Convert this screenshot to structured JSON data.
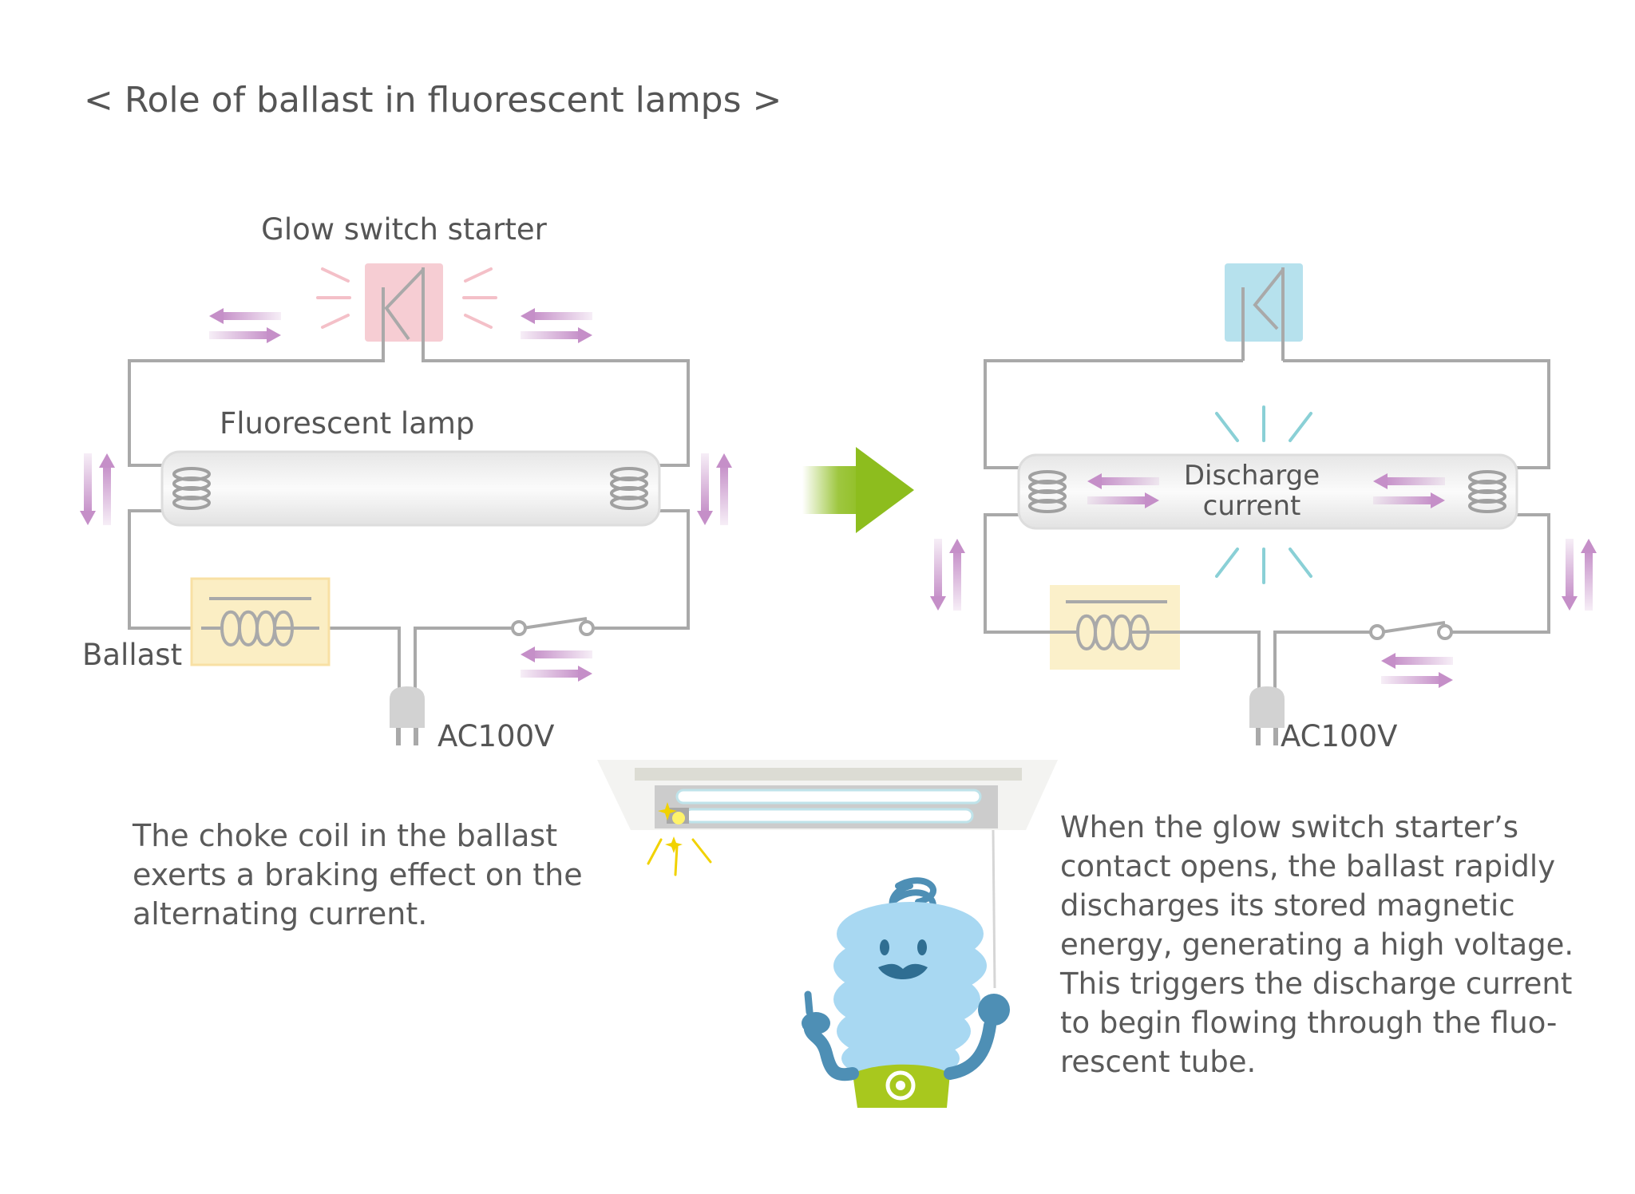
{
  "title": "< Role of ballast in fluorescent lamps >",
  "labels": {
    "glow_switch_starter": "Glow switch starter",
    "fluorescent_lamp": "Fluorescent lamp",
    "ballast": "Ballast",
    "ac_left": "AC100V",
    "ac_right": "AC100V",
    "discharge_current": [
      "Discharge",
      "current"
    ]
  },
  "captions": {
    "left": [
      "The choke coil in the ballast",
      "exerts a braking effect on the",
      "alternating current."
    ],
    "right": [
      "When the glow switch starter’s",
      "contact opens, the ballast rapidly",
      "discharges its stored magnetic",
      "energy, generating a high voltage.",
      "This triggers the discharge current",
      "to begin flowing through the fluo-",
      "rescent tube."
    ]
  },
  "colors": {
    "wire": "#a9a9a9",
    "current_arrow": "#c58fc8",
    "starter_active": "#f4c0c8",
    "starter_idle": "#a9dcea",
    "ballast_box": "#fbeec4",
    "transition_arrow": "#8dbd1e",
    "spark_cyan": "#8ad0d6",
    "mascot_body": "#a8d8f2",
    "mascot_shirt": "#a8c81e"
  },
  "icons": {
    "transition": "arrow-right-icon",
    "current": "double-arrow-icon",
    "plug": "plug-icon"
  }
}
